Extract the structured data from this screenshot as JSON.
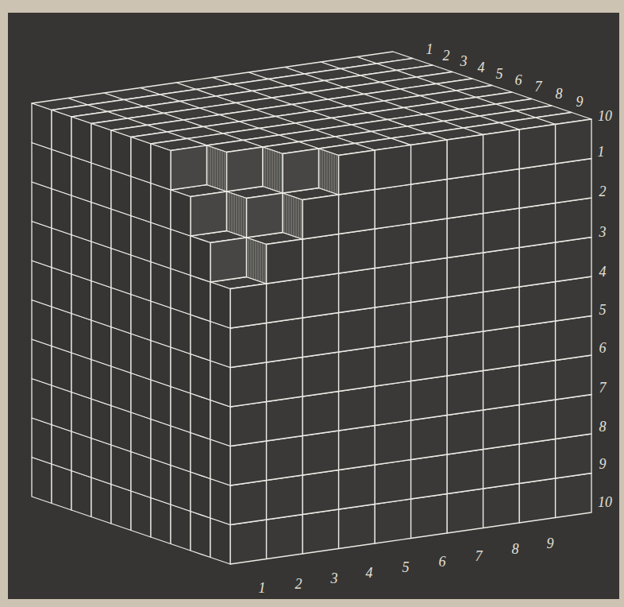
{
  "diagram": {
    "labels": [
      "1",
      "2",
      "3",
      "4",
      "5",
      "6",
      "7",
      "8",
      "9",
      "10",
      "1",
      "2",
      "3",
      "4",
      "5",
      "6",
      "7",
      "8",
      "9",
      "10",
      "1",
      "2",
      "3",
      "4",
      "5",
      "6",
      "7",
      "8",
      "9"
    ]
  }
}
